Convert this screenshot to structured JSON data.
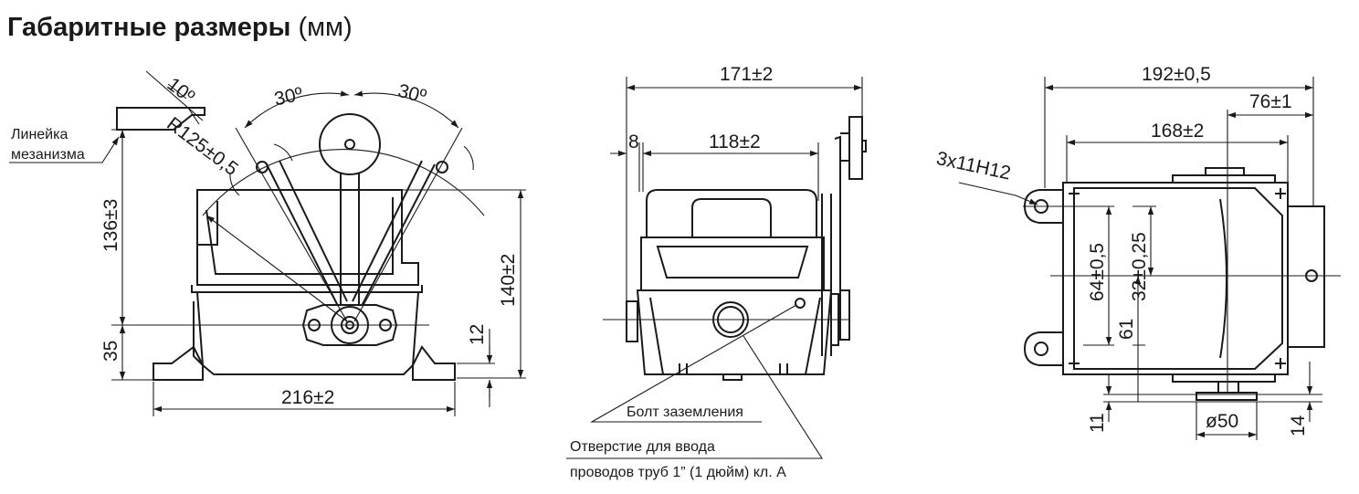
{
  "title": {
    "main": "Габаритные размеры",
    "unit": "(мм)"
  },
  "view1": {
    "angle_left": "10º",
    "angle_30_left": "30º",
    "angle_30_right": "30º",
    "ruler_label_1": "Линейка",
    "ruler_label_2": "мезанизма",
    "radius": "R125±0,5",
    "height_136": "136±3",
    "height_35": "35",
    "height_140": "140±2",
    "height_12": "12",
    "width_216": "216±2"
  },
  "view2": {
    "width_171": "171±2",
    "offset_8": "8",
    "width_118": "118±2",
    "ground_bolt": "Болт заземления",
    "entry_1": "Отверстие для ввода",
    "entry_2": "проводов труб 1” (1 дюйм) кл. А"
  },
  "view3": {
    "width_192": "192±0,5",
    "width_76": "76±1",
    "width_168": "168±2",
    "holes": "3x11H12",
    "height_64": "64±0,5",
    "height_32": "32±0,25",
    "height_61": "61",
    "height_11": "11",
    "diameter_50": "ø50",
    "height_14": "14"
  }
}
